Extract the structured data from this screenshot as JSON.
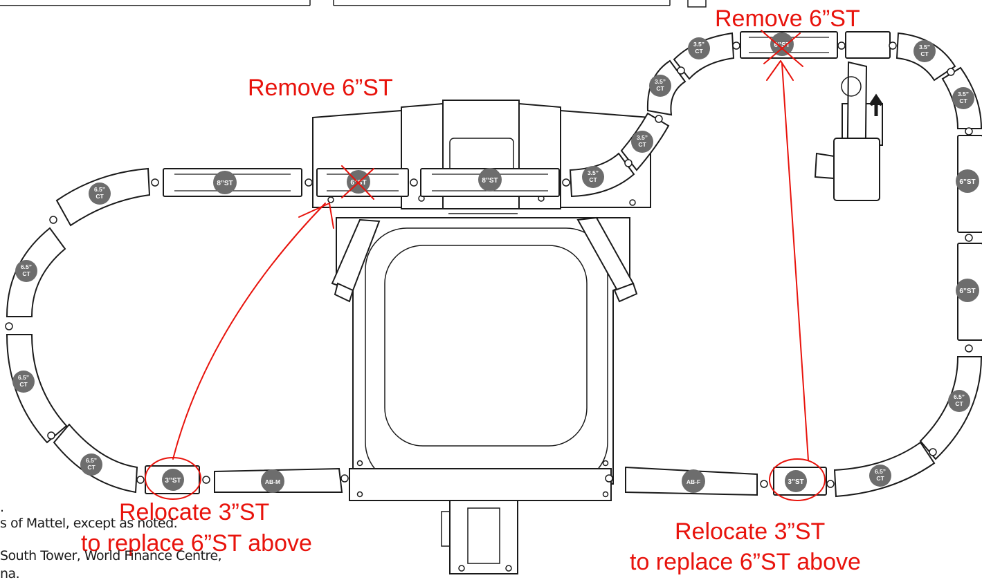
{
  "annotations": {
    "remove_top_right": "Remove 6”ST",
    "remove_center": "Remove 6”ST",
    "relocate_left_line1": "Relocate 3”ST",
    "relocate_left_line2": "to replace 6”ST above",
    "relocate_right_line1": "Relocate 3”ST",
    "relocate_right_line2": "to replace 6”ST above"
  },
  "footer": {
    "line1": "s of Mattel, except as noted.",
    "line2": "South Tower, World Finance Centre,",
    "line3": "na."
  },
  "track_labels": {
    "st8_left": "8”ST",
    "st6_center": "6”ST",
    "st8_center": "8”ST",
    "st6_top": "6”ST",
    "st6_right_upper": "6”ST",
    "st6_right_lower": "6”ST",
    "st3_left": "3”ST",
    "st3_right": "3”ST",
    "ab_m": "AB-M",
    "ab_f": "AB-F",
    "ct_6_5_line1": "6.5”",
    "ct_3_5_line1": "3.5”",
    "ct_line2": "CT"
  },
  "colors": {
    "annotation": "#e8130c",
    "badge": "#6d6d6d",
    "line": "#1a1a1a"
  }
}
